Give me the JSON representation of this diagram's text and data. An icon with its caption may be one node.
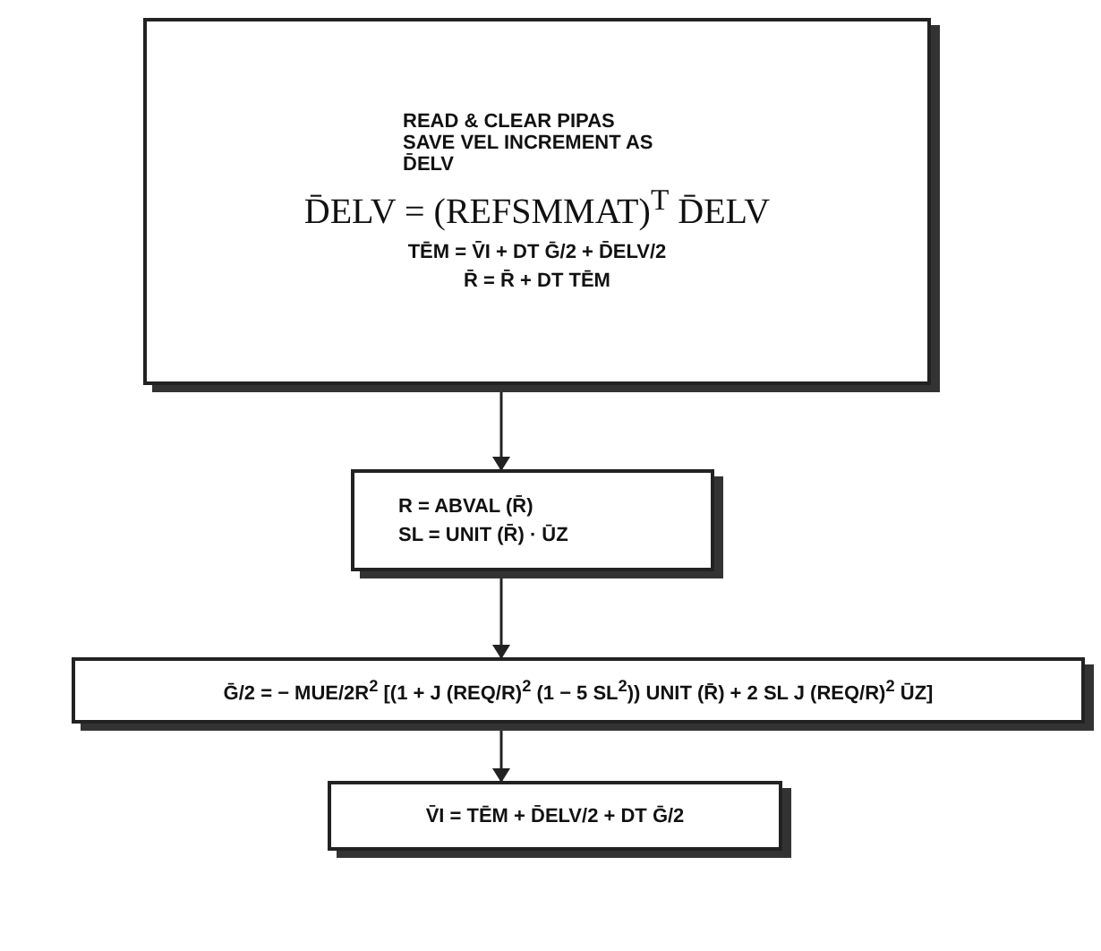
{
  "diagram": {
    "nodes": [
      {
        "text": [
          "READ & CLEAR PIPAS SAVE VEL INCREMENT AS D̄ELV",
          "D̄ELV = (REFSMMAT)$^{T}$ D̄ELV",
          "TĒM = V̄I + DT Ḡ/2 + D̄ELV/2",
          "R̄ = R̄ + DT TĒM"
        ]
      },
      {
        "text": [
          "R = ABVAL (R̄)",
          "SL = UNIT (R̄) · ŪZ"
        ]
      },
      {
        "text": [
          "Ḡ/2 = − MUE/2R$^{2}$ [(1 + J (REQ/R)$^{2}$ (1 − 5 SL$^{2}$)) UNIT (R̄) + 2 SL J (REQ/R)$^{2}$ ŪZ]"
        ]
      },
      {
        "text": [
          "V̄I = TĒM + D̄ELV/2 + DT Ḡ/2"
        ]
      }
    ],
    "edges": [
      {
        "from": 0,
        "to": 1,
        "arrow": "to"
      },
      {
        "from": 1,
        "to": 2,
        "arrow": "to"
      },
      {
        "from": 2,
        "to": 3,
        "arrow": "to"
      }
    ]
  }
}
